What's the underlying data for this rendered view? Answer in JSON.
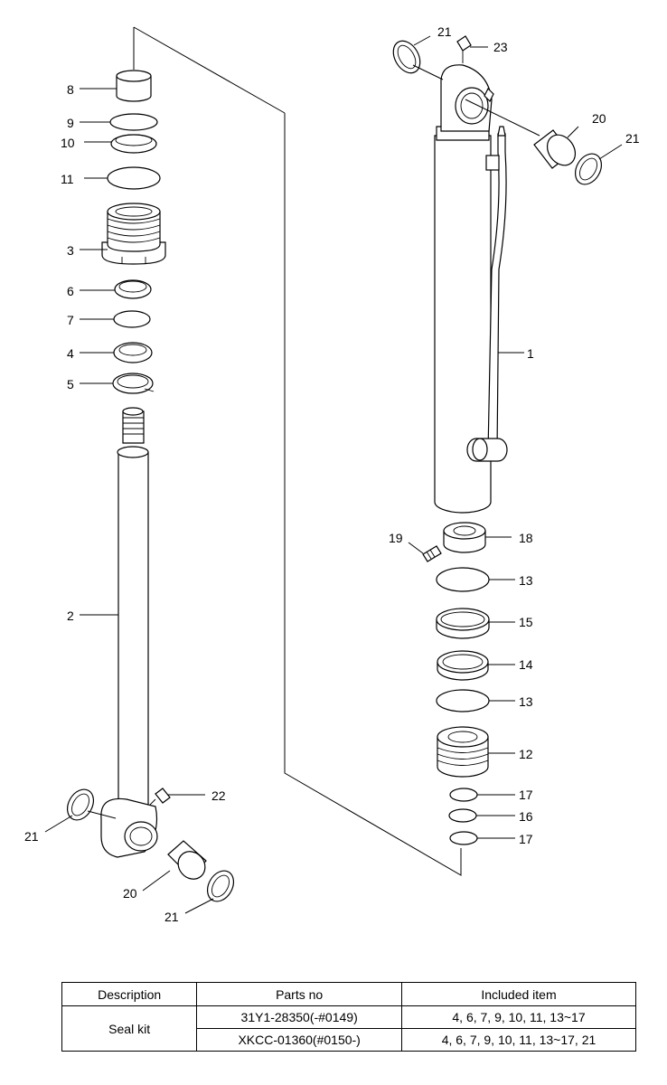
{
  "diagram": {
    "callouts": {
      "c1": "1",
      "c2": "2",
      "c3": "3",
      "c4": "4",
      "c5": "5",
      "c6": "6",
      "c7": "7",
      "c8": "8",
      "c9": "9",
      "c10": "10",
      "c11": "11",
      "c12": "12",
      "c13a": "13",
      "c13b": "13",
      "c14": "14",
      "c15": "15",
      "c16": "16",
      "c17a": "17",
      "c17b": "17",
      "c18": "18",
      "c19": "19",
      "c20a": "20",
      "c20b": "20",
      "c21a": "21",
      "c21b": "21",
      "c21c": "21",
      "c21d": "21",
      "c22": "22",
      "c23": "23"
    }
  },
  "table": {
    "headers": [
      "Description",
      "Parts no",
      "Included item"
    ],
    "description": "Seal kit",
    "rows": [
      {
        "parts_no": "31Y1-28350(-#0149)",
        "included": "4, 6, 7, 9, 10, 11, 13~17"
      },
      {
        "parts_no": "XKCC-01360(#0150-)",
        "included": "4, 6, 7, 9, 10, 11, 13~17, 21"
      }
    ]
  }
}
